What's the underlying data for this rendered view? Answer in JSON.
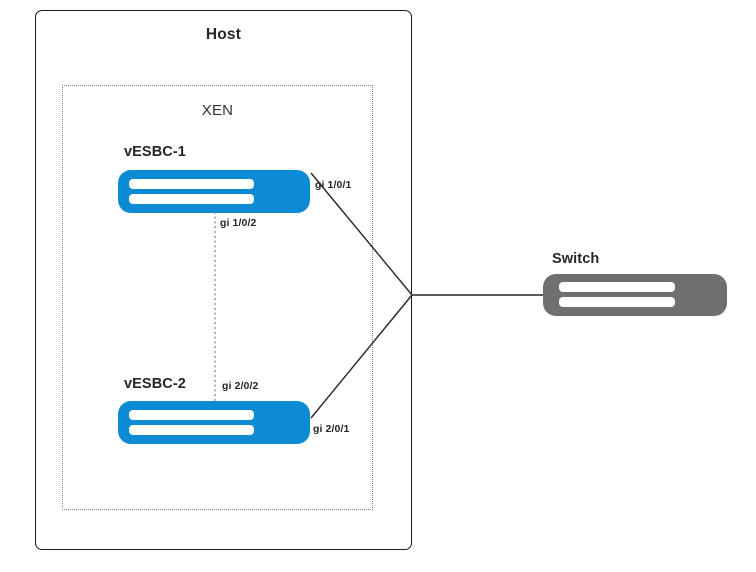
{
  "diagram": {
    "title": "Host",
    "inner_title": "XEN",
    "colors": {
      "vesbc_fill": "#0d8ad4",
      "switch_fill": "#6f6f6f",
      "line": "#262626",
      "dotted": "#808080",
      "host_border": "#1a1a1a",
      "bar_fill": "#ffffff"
    },
    "nodes": [
      {
        "id": "vesbc-1",
        "label": "vESBC-1",
        "kind": "virtual-appliance"
      },
      {
        "id": "vesbc-2",
        "label": "vESBC-2",
        "kind": "virtual-appliance"
      },
      {
        "id": "switch",
        "label": "Switch",
        "kind": "network-switch"
      }
    ],
    "ports": [
      {
        "id": "gi-1-0-1",
        "label": "gi 1/0/1",
        "node": "vesbc-1"
      },
      {
        "id": "gi-1-0-2",
        "label": "gi 1/0/2",
        "node": "vesbc-1"
      },
      {
        "id": "gi-2-0-2",
        "label": "gi 2/0/2",
        "node": "vesbc-2"
      },
      {
        "id": "gi-2-0-1",
        "label": "gi 2/0/1",
        "node": "vesbc-2"
      }
    ],
    "links": [
      {
        "id": "link-gi1-junction",
        "from": "gi-1-0-1",
        "to": "junction",
        "style": "solid"
      },
      {
        "id": "link-gi2-junction",
        "from": "gi-2-0-1",
        "to": "junction",
        "style": "solid"
      },
      {
        "id": "link-junction-switch",
        "from": "junction",
        "to": "switch",
        "style": "solid"
      },
      {
        "id": "link-heartbeat",
        "from": "gi-1-0-2",
        "to": "gi-2-0-2",
        "style": "dotted"
      }
    ]
  }
}
